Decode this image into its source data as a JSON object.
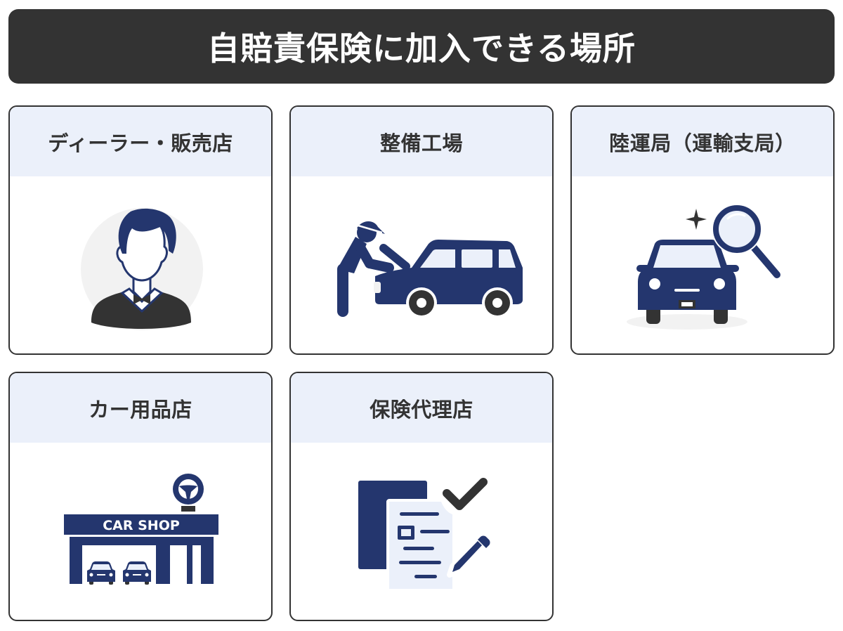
{
  "title": "自賠責保険に加入できる場所",
  "colors": {
    "title_bg": "#333333",
    "title_text": "#ffffff",
    "card_border": "#333333",
    "card_header_bg": "#ebf0fa",
    "illustration_navy": "#24366e",
    "illustration_dark": "#333333",
    "illustration_light": "#ebf0fa",
    "illustration_gray": "#f2f2f2"
  },
  "cards": [
    {
      "label": "ディーラー・販売店",
      "icon": "car-dealer-salesman-icon"
    },
    {
      "label": "整備工場",
      "icon": "mechanic-repairing-car-icon"
    },
    {
      "label": "陸運局（運輸支局）",
      "icon": "car-inspection-magnifier-icon"
    },
    {
      "label": "カー用品店",
      "icon": "car-shop-building-icon",
      "sign_text": "CAR SHOP"
    },
    {
      "label": "保険代理店",
      "icon": "insurance-document-check-icon"
    }
  ]
}
